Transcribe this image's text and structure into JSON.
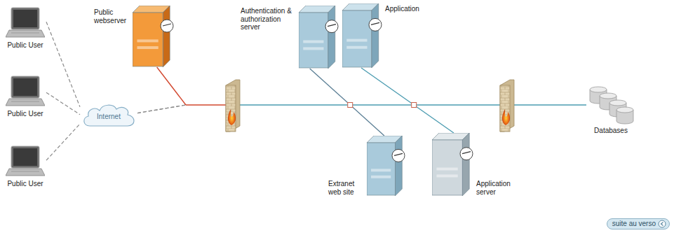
{
  "diagram": {
    "nodes": [
      {
        "text": [
          "Public User"
        ]
      },
      {
        "text": [
          "Public User"
        ]
      },
      {
        "text": [
          "Public User"
        ]
      },
      {
        "text": [
          "Internet"
        ]
      },
      {
        "text": [
          "Public webserver"
        ]
      },
      {
        "text": [
          "Authentication & authorization server"
        ]
      },
      {
        "text": [
          "Application"
        ]
      },
      {
        "text": [
          "Extranet web site"
        ]
      },
      {
        "text": [
          "Application server"
        ]
      },
      {
        "text": [
          "Databases"
        ]
      }
    ],
    "edges": [
      {
        "from": 0,
        "to": 3,
        "arrow": "none"
      },
      {
        "from": 1,
        "to": 3,
        "arrow": "none"
      },
      {
        "from": 2,
        "to": 3,
        "arrow": "none"
      },
      {
        "from": 3,
        "to": 4,
        "arrow": "none"
      },
      {
        "from": 3,
        "to": 9,
        "arrow": "none"
      },
      {
        "from": 5,
        "to": 7,
        "arrow": "none"
      },
      {
        "from": 6,
        "to": 8,
        "arrow": "none"
      }
    ],
    "labels": [
      "suite au verso"
    ]
  }
}
